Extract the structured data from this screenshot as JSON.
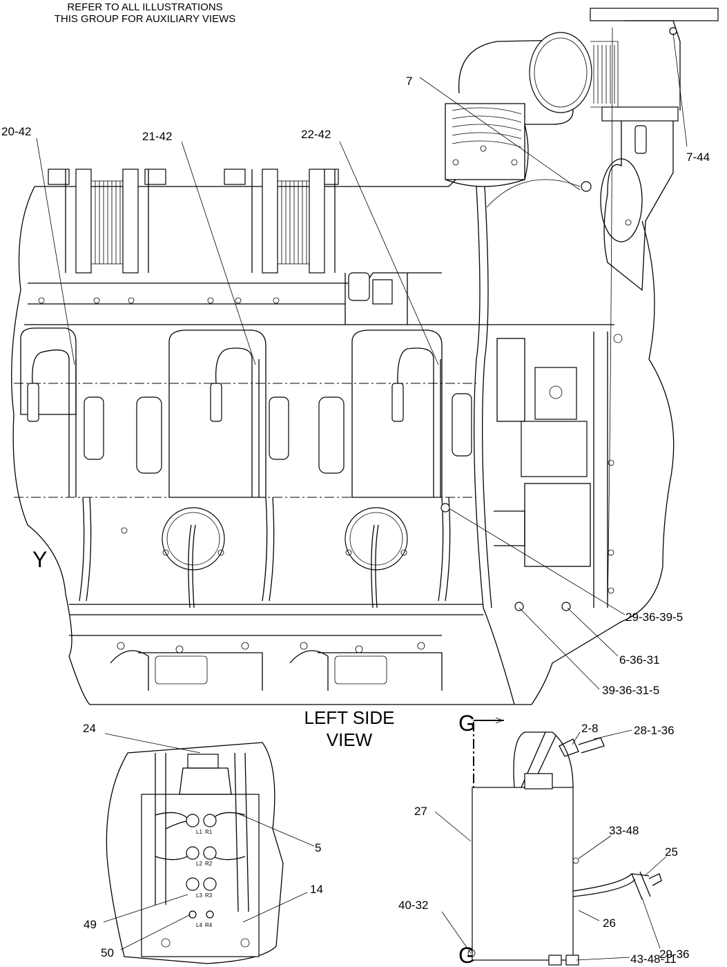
{
  "header_note": {
    "line1": "REFER TO ALL ILLUSTRATIONS",
    "line2": "THIS GROUP FOR AUXILIARY VIEWS"
  },
  "view_titles": {
    "left_side_line1": "LEFT SIDE",
    "left_side_line2": "VIEW",
    "view_y": "Y",
    "section_top": "G",
    "section_bottom": "G"
  },
  "callouts": {
    "c7": "7",
    "c7_44": "7-44",
    "c20_42": "20-42",
    "c21_42": "21-42",
    "c22_42": "22-42",
    "c29_36_39_5": "29-36-39-5",
    "c6_36_31": "6-36-31",
    "c39_36_31_5": "39-36-31-5",
    "c24": "24",
    "c5": "5",
    "c14": "14",
    "c49": "49",
    "c50": "50",
    "c2_8": "2-8",
    "c28_1_36": "28-1-36",
    "c27": "27",
    "c33_48": "33-48",
    "c25": "25",
    "c26": "26",
    "c29_36": "29-36",
    "c40_32": "40-32",
    "c43_48_11": "43-48-11"
  },
  "connector_labels": {
    "l1": "L1",
    "r1": "R1",
    "l2": "L2",
    "r2": "R2",
    "l3": "L3",
    "r3": "R3",
    "l4": "L4",
    "r4": "R4"
  }
}
